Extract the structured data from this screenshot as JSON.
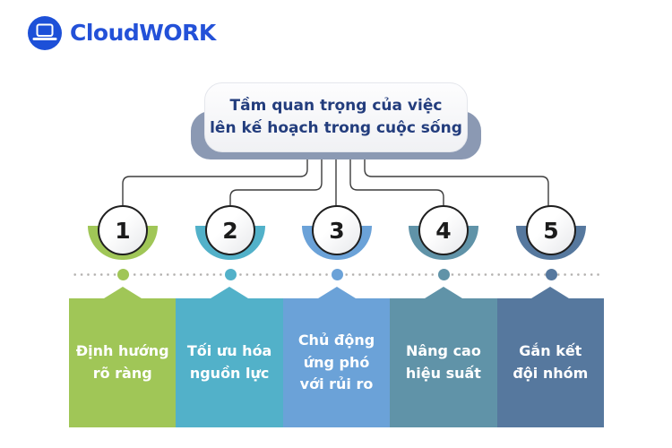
{
  "logo": {
    "text": "CloudWORK",
    "brand_color": "#2351d8",
    "icon_circle_color": "#1d50d8",
    "icon": "laptop-icon"
  },
  "title": {
    "lines": [
      "Tầm quan trọng của việc",
      "lên kế hoạch trong cuộc sống"
    ],
    "text_color": "#233d7d",
    "plate_color": "#8b99b3"
  },
  "timeline": {
    "dot_color_gray": "#b2b0ae",
    "line_color": "#3d3d3d"
  },
  "items": [
    {
      "number": "1",
      "label": [
        "Định hướng",
        "rõ ràng"
      ],
      "color": "#a0c657"
    },
    {
      "number": "2",
      "label": [
        "Tối ưu hóa",
        "nguồn lực"
      ],
      "color": "#52b1c9"
    },
    {
      "number": "3",
      "label": [
        "Chủ động",
        "ứng phó",
        "với rủi ro"
      ],
      "color": "#6ba2d8"
    },
    {
      "number": "4",
      "label": [
        "Nâng cao",
        "hiệu suất"
      ],
      "color": "#6093a8"
    },
    {
      "number": "5",
      "label": [
        "Gắn kết",
        "đội nhóm"
      ],
      "color": "#56789e"
    }
  ]
}
